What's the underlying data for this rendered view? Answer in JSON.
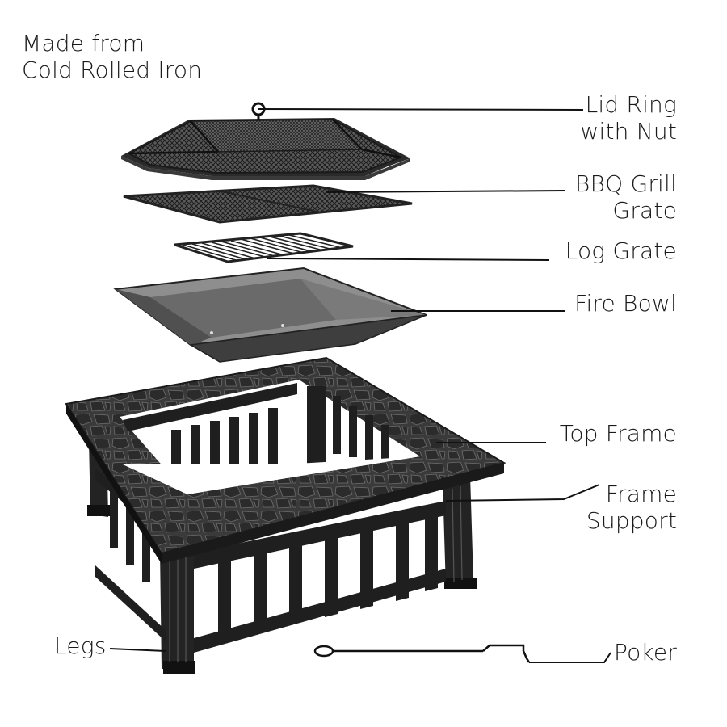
{
  "material_note": [
    "Made from",
    "Cold Rolled Iron"
  ],
  "parts": {
    "lid_ring": [
      "Lid Ring",
      "with Nut"
    ],
    "bbq_grill": [
      "BBQ Grill",
      "Grate"
    ],
    "log_grate": [
      "Log Grate"
    ],
    "fire_bowl": [
      "Fire Bowl"
    ],
    "top_frame": [
      "Top Frame"
    ],
    "frame_support": [
      "Frame",
      "Support"
    ],
    "legs": [
      "Legs"
    ],
    "poker": [
      "Poker"
    ]
  },
  "colors": {
    "metal_dark": "#2a2a2a",
    "metal_mid": "#4a4a4a",
    "metal_light": "#8a8a8a",
    "line": "#111111"
  }
}
